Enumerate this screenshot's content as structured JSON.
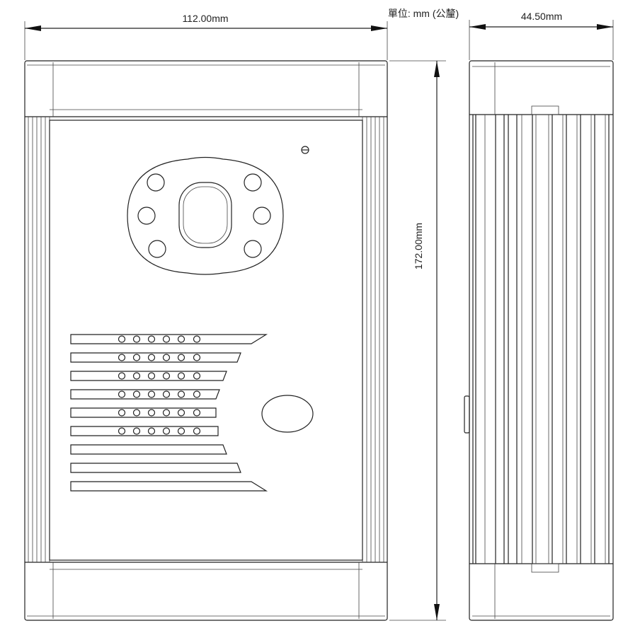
{
  "dimensions": {
    "width": "112.00mm",
    "depth": "44.50mm",
    "height": "172.00mm",
    "unit_label": "單位: mm (公釐)"
  },
  "speaker_slots": {
    "rows": 9,
    "rows_with_holes": 6,
    "holes_per_row": 6
  },
  "camera_leds": 6,
  "colors": {
    "line": "#222222",
    "background": "#ffffff"
  }
}
